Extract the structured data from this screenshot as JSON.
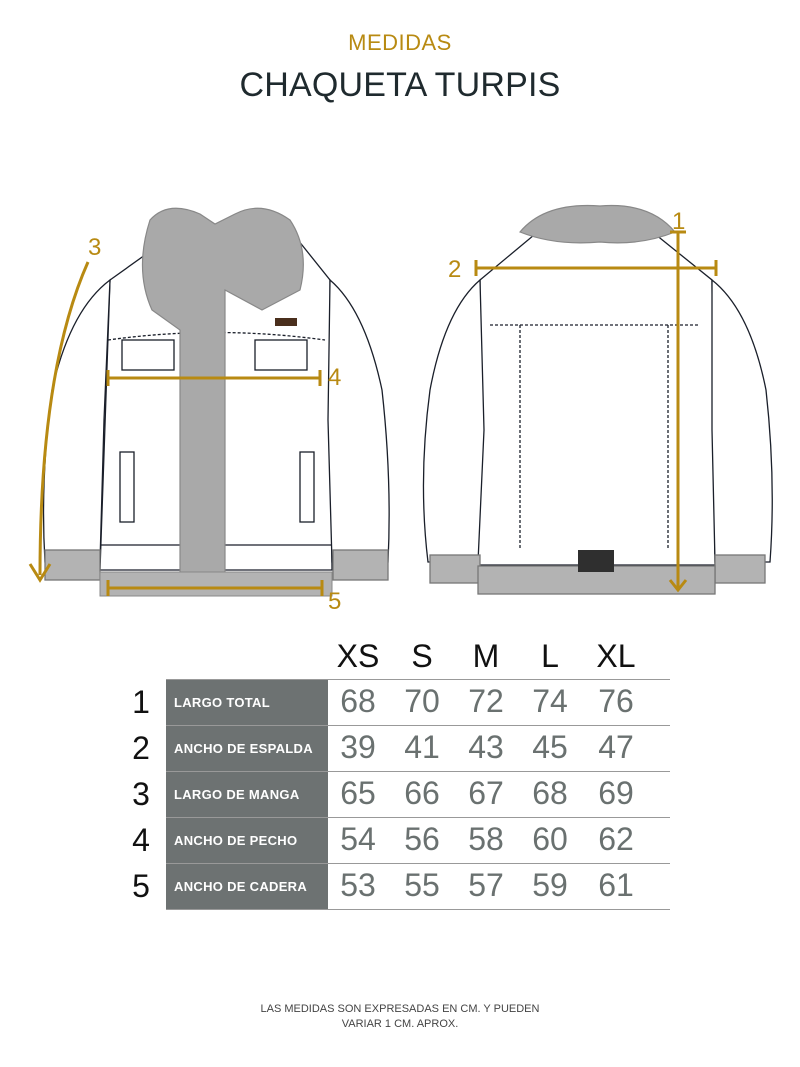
{
  "header": {
    "subtitle": "MEDIDAS",
    "title": "CHAQUETA TURPIS"
  },
  "diagram": {
    "markers": [
      "1",
      "2",
      "3",
      "4",
      "5"
    ],
    "colors": {
      "measure": "#b88a12",
      "outline": "#1a1f2a",
      "fur": "#a9a9a9"
    }
  },
  "size_table": {
    "sizes": [
      "XS",
      "S",
      "M",
      "L",
      "XL"
    ],
    "rows": [
      {
        "index": "1",
        "label": "LARGO TOTAL",
        "values": [
          "68",
          "70",
          "72",
          "74",
          "76"
        ]
      },
      {
        "index": "2",
        "label": "ANCHO DE ESPALDA",
        "values": [
          "39",
          "41",
          "43",
          "45",
          "47"
        ]
      },
      {
        "index": "3",
        "label": "LARGO DE MANGA",
        "values": [
          "65",
          "66",
          "67",
          "68",
          "69"
        ]
      },
      {
        "index": "4",
        "label": "ANCHO DE PECHO",
        "values": [
          "54",
          "56",
          "58",
          "60",
          "62"
        ]
      },
      {
        "index": "5",
        "label": "ANCHO DE CADERA",
        "values": [
          "53",
          "55",
          "57",
          "59",
          "61"
        ]
      }
    ],
    "colors": {
      "label_bg": "#6d7272",
      "value_text": "#6a7170"
    }
  },
  "footnote": {
    "line1": "LAS MEDIDAS SON EXPRESADAS EN CM. Y PUEDEN",
    "line2": "VARIAR 1 CM. APROX."
  }
}
